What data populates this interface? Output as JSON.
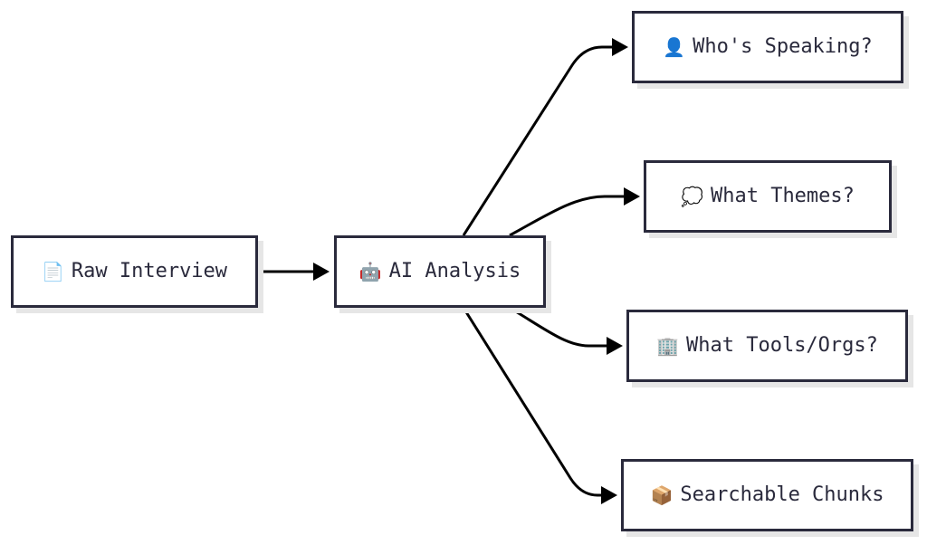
{
  "nodes": {
    "raw": {
      "label": "Raw Interview",
      "icon": "📄",
      "icon_name": "document-icon"
    },
    "ai": {
      "label": "AI Analysis",
      "icon": "🤖",
      "icon_name": "robot-icon"
    },
    "who": {
      "label": "Who's Speaking?",
      "icon": "👤",
      "icon_name": "person-icon"
    },
    "themes": {
      "label": "What Themes?",
      "icon": "💭",
      "icon_name": "thought-bubble-icon"
    },
    "tools": {
      "label": "What Tools/Orgs?",
      "icon": "🏢",
      "icon_name": "office-building-icon"
    },
    "chunks": {
      "label": "Searchable Chunks",
      "icon": "📦",
      "icon_name": "package-icon"
    }
  },
  "edges": [
    {
      "from": "raw",
      "to": "ai"
    },
    {
      "from": "ai",
      "to": "who"
    },
    {
      "from": "ai",
      "to": "themes"
    },
    {
      "from": "ai",
      "to": "tools"
    },
    {
      "from": "ai",
      "to": "chunks"
    }
  ],
  "colors": {
    "border": "#2a2a3c",
    "text": "#2a2a3c",
    "edge": "#000000",
    "shadow": "#e6e6e6",
    "background": "#ffffff"
  }
}
